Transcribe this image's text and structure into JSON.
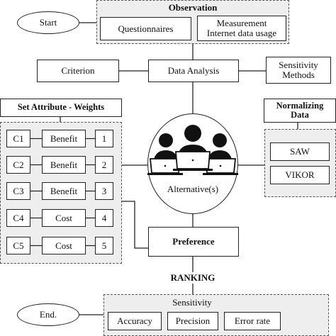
{
  "start": "Start",
  "end": "End.",
  "observation": {
    "title": "Observation",
    "questionnaires": "Questionnaires",
    "measurement": "Measurement",
    "internet": "Internet data usage"
  },
  "criterion": "Criterion",
  "data_analysis": "Data Analysis",
  "sensitivity_methods": {
    "line1": "Sensitivity",
    "line2": "Methods"
  },
  "set_attribute": "Set Attribute - Weights",
  "normalizing": {
    "line1": "Normalizing",
    "line2": "Data"
  },
  "attributes": [
    {
      "code": "C1",
      "type": "Benefit",
      "weight": "1"
    },
    {
      "code": "C2",
      "type": "Benefit",
      "weight": "2"
    },
    {
      "code": "C3",
      "type": "Benefit",
      "weight": "3"
    },
    {
      "code": "C4",
      "type": "Cost",
      "weight": "4"
    },
    {
      "code": "C5",
      "type": "Cost",
      "weight": "5"
    }
  ],
  "methods": [
    "SAW",
    "VIKOR"
  ],
  "alternatives": "Alternative(s)",
  "preference": "Preference",
  "ranking": "RANKING",
  "sensitivity": {
    "title": "Sensitivity",
    "metrics": [
      "Accuracy",
      "Precision",
      "Error rate"
    ]
  }
}
